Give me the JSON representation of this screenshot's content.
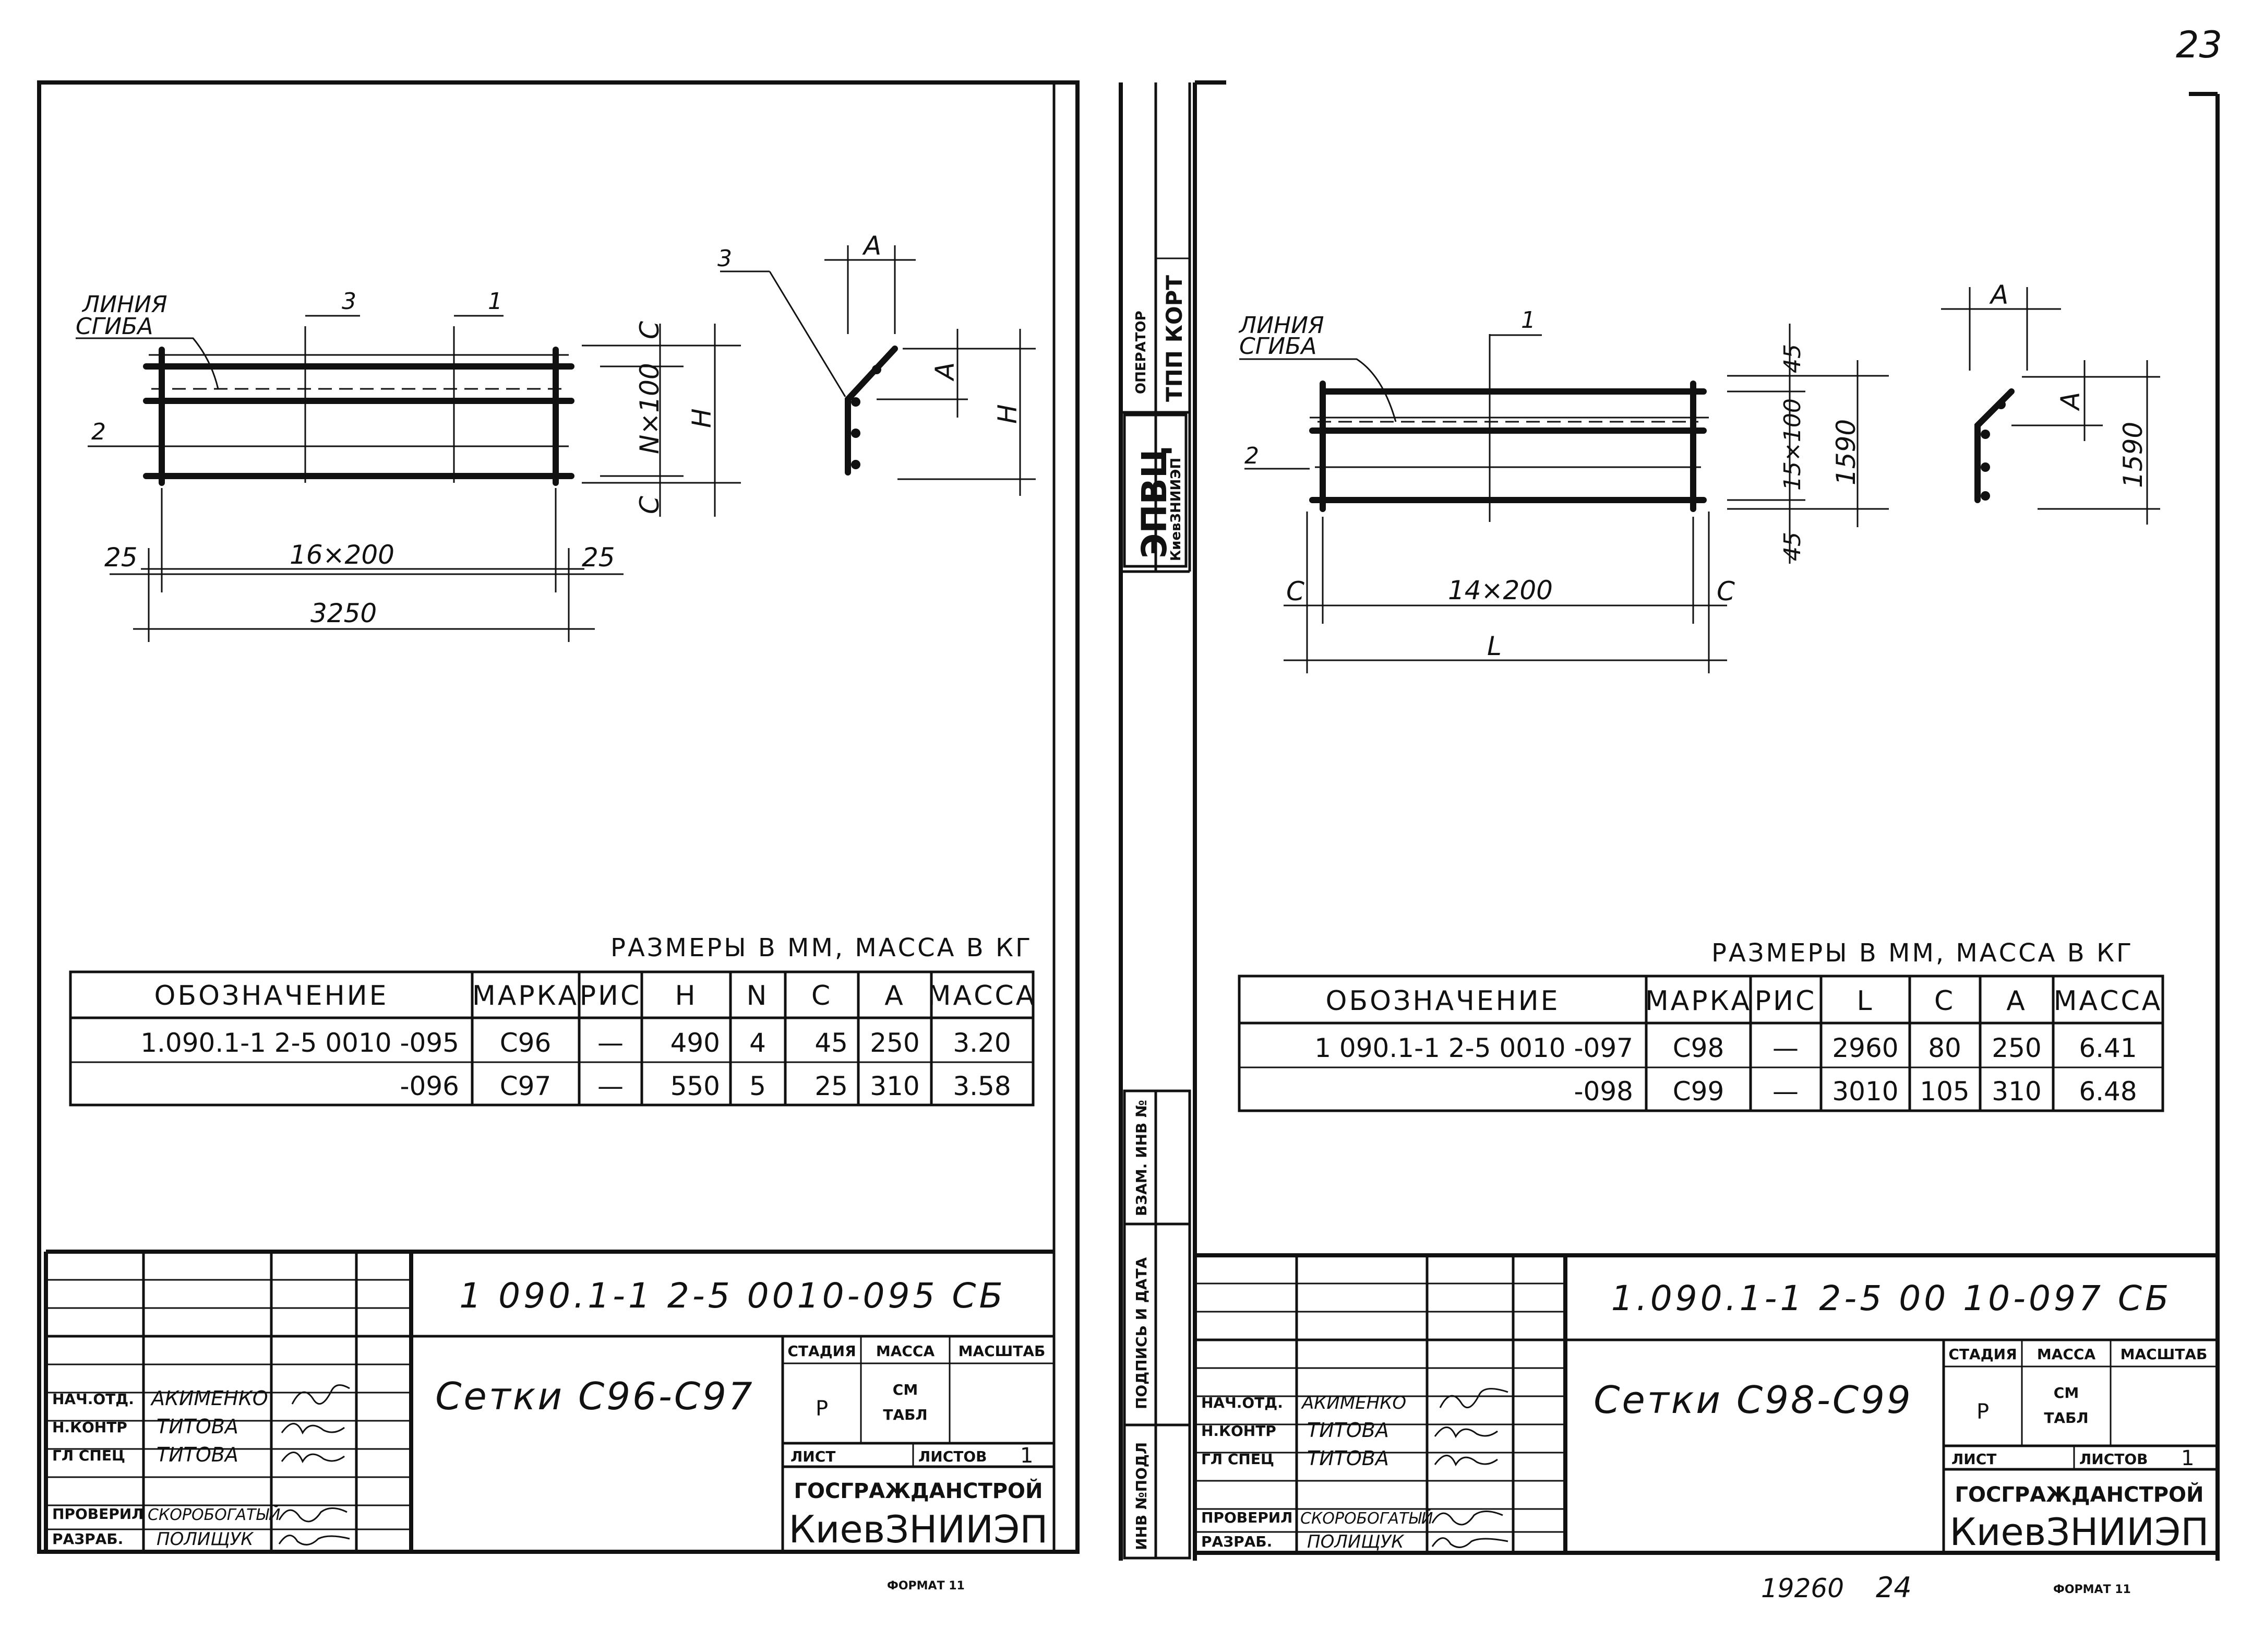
{
  "corner_number": "23",
  "left_sheet": {
    "drawing": {
      "callouts": {
        "bend_line_1": "ЛИНИЯ",
        "bend_line_2": "СГИБА",
        "pos_1": "1",
        "pos_2": "2",
        "pos_3": "3"
      },
      "dims": {
        "edge_left": "25",
        "spacing": "16×200",
        "edge_right": "25",
        "length": "3250",
        "c_top": "C",
        "n_spacing": "N×100",
        "height": "H",
        "c_bottom": "C",
        "a_top": "A",
        "a_side": "A",
        "h_side": "H",
        "pos_3_profile": "3"
      }
    },
    "units_note": "РАЗМЕРЫ В ММ, МАССА В КГ",
    "table": {
      "headers": [
        "ОБОЗНАЧЕНИЕ",
        "МАРКА",
        "РИС",
        "Н",
        "N",
        "С",
        "А",
        "МАССА"
      ],
      "rows": [
        [
          "1.090.1-1 2-5 0010 -095",
          "С96",
          "—",
          "490",
          "4",
          "45",
          "250",
          "3.20"
        ],
        [
          "-096",
          "С97",
          "—",
          "550",
          "5",
          "25",
          "310",
          "3.58"
        ]
      ]
    },
    "title_block": {
      "doc_code": "1 090.1-1 2-5 0010-095 СБ",
      "title": "Сетки С96-С97",
      "roles": [
        "НАЧ.ОТД.",
        "Н.КОНТР",
        "ГЛ СПЕЦ",
        "ПРОВЕРИЛ",
        "РАЗРАБ."
      ],
      "names": [
        "АКИМЕНКО",
        "ТИТОВА",
        "ТИТОВА",
        "СКОРОБОГАТЫЙ",
        "ПОЛИЩУК"
      ],
      "stage_label": "СТАДИЯ",
      "mass_label": "МАССА",
      "scale_label": "МАСШТАБ",
      "stage_value": "Р",
      "mass_value_1": "СМ",
      "mass_value_2": "ТАБЛ",
      "sheet_label": "ЛИСТ",
      "sheets_label": "ЛИСТОВ",
      "sheets_value": "1",
      "org_1": "ГОСГРАЖДАНСТРОЙ",
      "org_2": "КиевЗНИИЭП"
    },
    "format": "ФОРМАТ 11"
  },
  "stamp": {
    "org_top": "ЭПВЦ",
    "org_bottom": "КиевЗНИИЭП",
    "operator_label": "ОПЕРАТОР",
    "operator_value": "ТПП КОРТ",
    "inv_replace": "ВЗАМ. ИНВ №",
    "sign_date": "ПОДПИСЬ И ДАТА",
    "inv_orig": "ИНВ №ПОДЛ"
  },
  "right_sheet": {
    "drawing": {
      "callouts": {
        "bend_line_1": "ЛИНИЯ",
        "bend_line_2": "СГИБА",
        "pos_1": "1",
        "pos_2": "2"
      },
      "dims": {
        "c_left": "C",
        "spacing": "14×200",
        "c_right": "C",
        "length": "L",
        "top_45": "45",
        "n_spacing": "15×100",
        "height": "1590",
        "bottom_45": "45",
        "a_top": "A",
        "a_side": "A",
        "h_side": "1590"
      }
    },
    "units_note": "РАЗМЕРЫ В ММ, МАССА В КГ",
    "table": {
      "headers": [
        "ОБОЗНАЧЕНИЕ",
        "МАРКА",
        "РИС",
        "L",
        "С",
        "А",
        "МАССА"
      ],
      "rows": [
        [
          "1 090.1-1 2-5 0010 -097",
          "С98",
          "—",
          "2960",
          "80",
          "250",
          "6.41"
        ],
        [
          "-098",
          "С99",
          "—",
          "3010",
          "105",
          "310",
          "6.48"
        ]
      ]
    },
    "title_block": {
      "doc_code": "1.090.1-1 2-5 00 10-097 СБ",
      "title": "Сетки С98-С99",
      "roles": [
        "НАЧ.ОТД.",
        "Н.КОНТР",
        "ГЛ СПЕЦ",
        "ПРОВЕРИЛ",
        "РАЗРАБ."
      ],
      "names": [
        "АКИМЕНКО",
        "ТИТОВА",
        "ТИТОВА",
        "СКОРОБОГАТЫЙ",
        "ПОЛИЩУК"
      ],
      "stage_label": "СТАДИЯ",
      "mass_label": "МАССА",
      "scale_label": "МАСШТАБ",
      "stage_value": "Р",
      "mass_value_1": "СМ",
      "mass_value_2": "ТАБЛ",
      "sheet_label": "ЛИСТ",
      "sheets_label": "ЛИСТОВ",
      "sheets_value": "1",
      "org_1": "ГОСГРАЖДАНСТРОЙ",
      "org_2": "КиевЗНИИЭП"
    },
    "bottom_note": "19260",
    "page_number": "24",
    "format": "ФОРМАТ 11"
  }
}
